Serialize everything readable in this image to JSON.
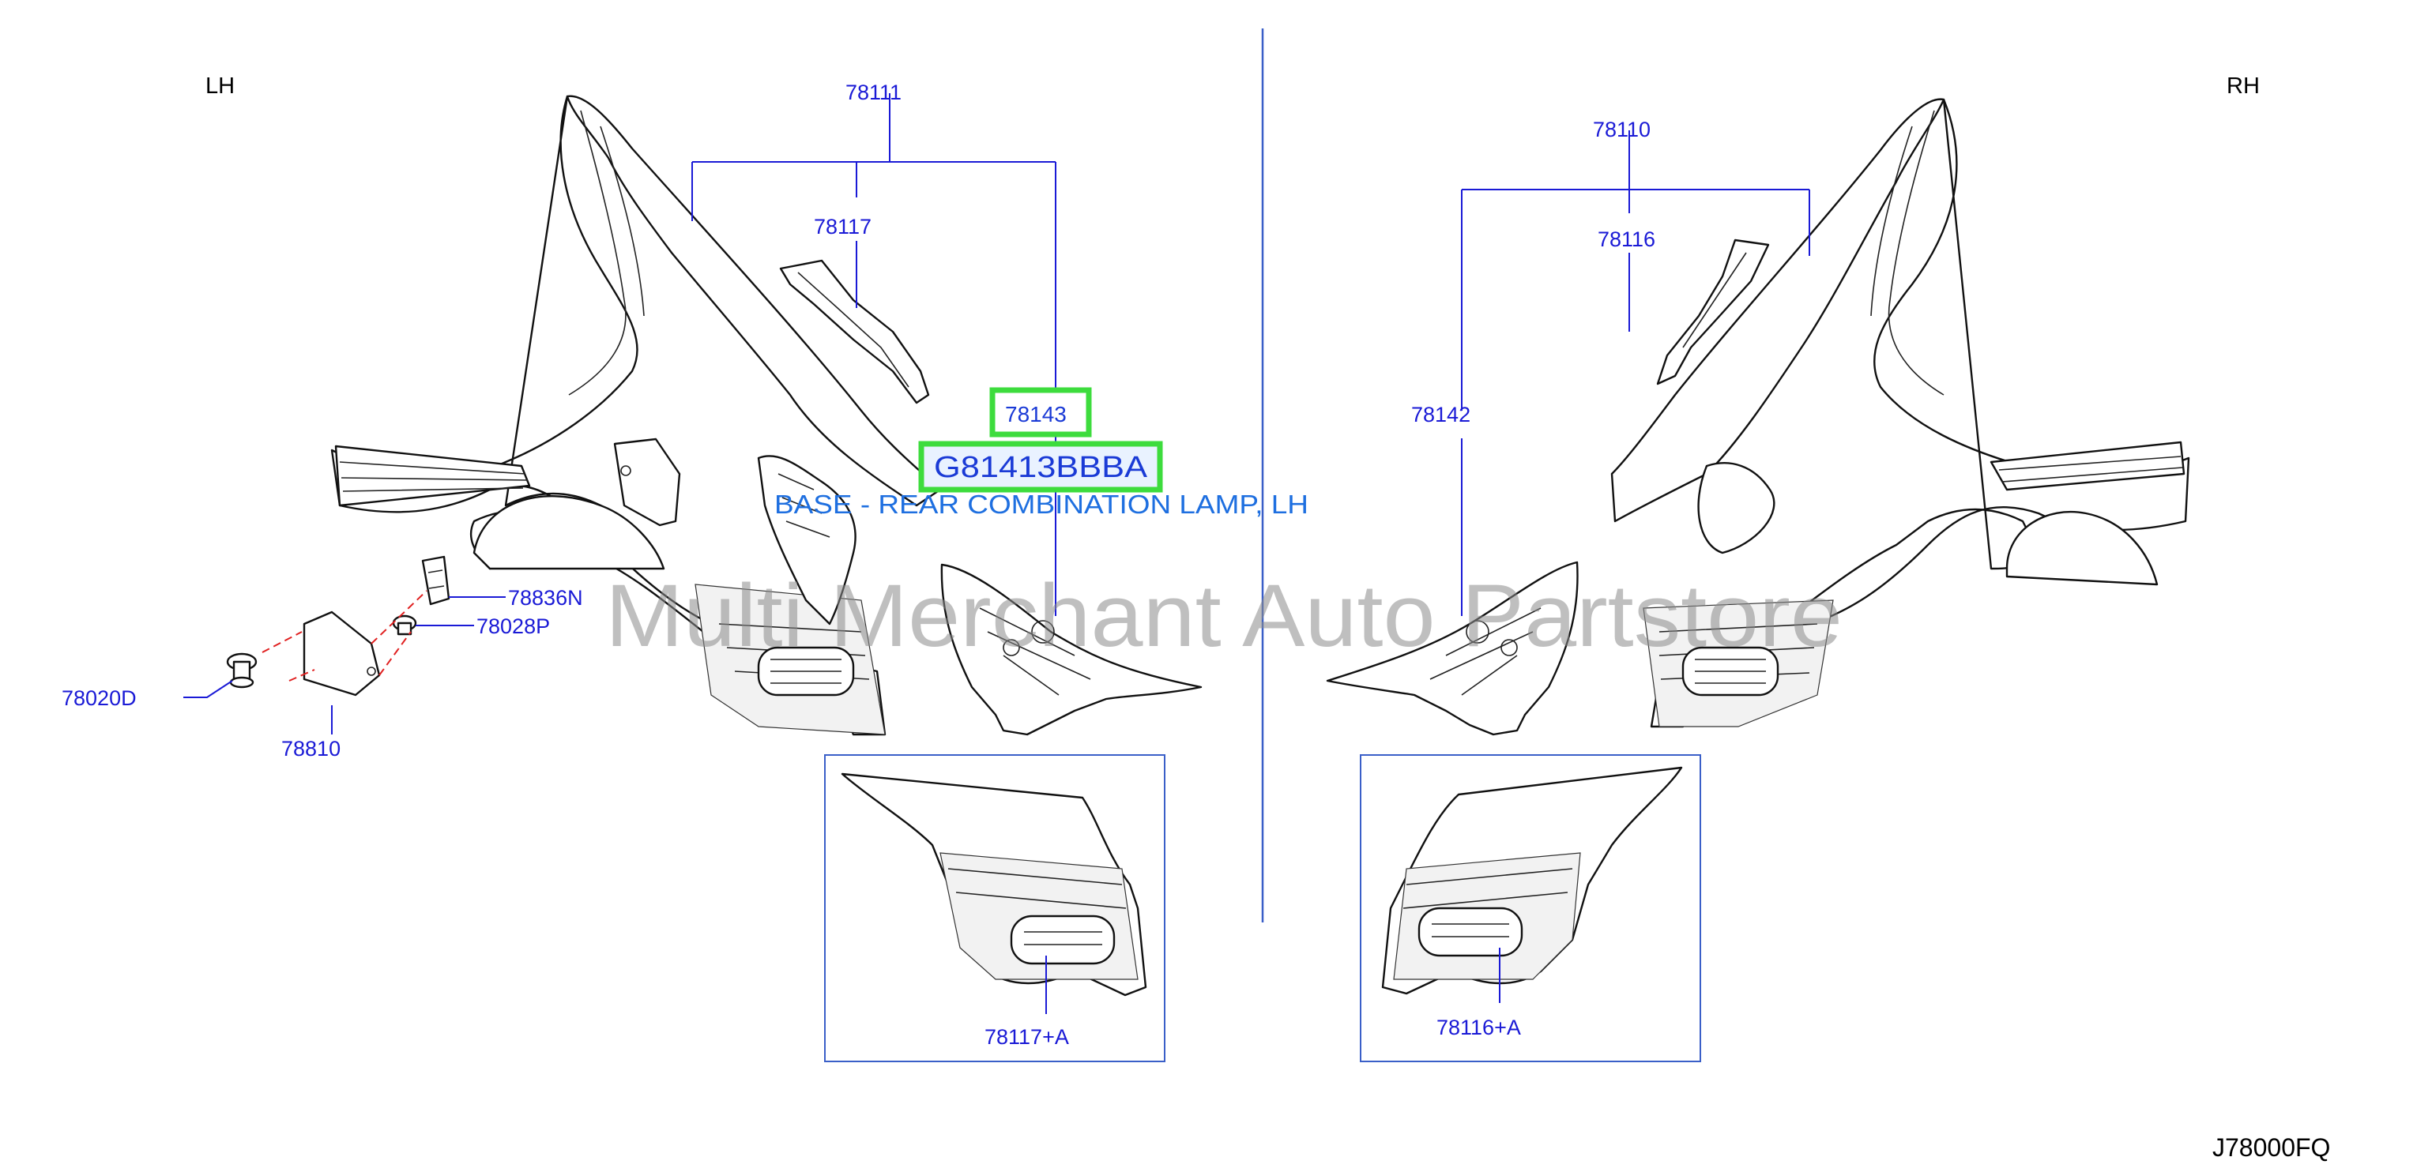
{
  "side_labels": {
    "left": "LH",
    "right": "RH"
  },
  "diagram_code": "J78000FQ",
  "watermark": "Multi Merchant Auto Partstore",
  "highlight": {
    "part_number": "78143",
    "oem_number": "G81413BBBA",
    "description": "BASE - REAR COMBINATION LAMP, LH"
  },
  "callouts": {
    "p78111": "78111",
    "p78117": "78117",
    "p78836N": "78836N",
    "p78028P": "78028P",
    "p78020D": "78020D",
    "p78810": "78810",
    "p78117A": "78117+A",
    "p78110": "78110",
    "p78116": "78116",
    "p78142": "78142",
    "p78116A": "78116+A"
  },
  "colors": {
    "callout": "#1a1ad6",
    "highlight_border": "#3ddc3d",
    "description": "#1e6fe0",
    "divider": "#3a5fc8"
  }
}
